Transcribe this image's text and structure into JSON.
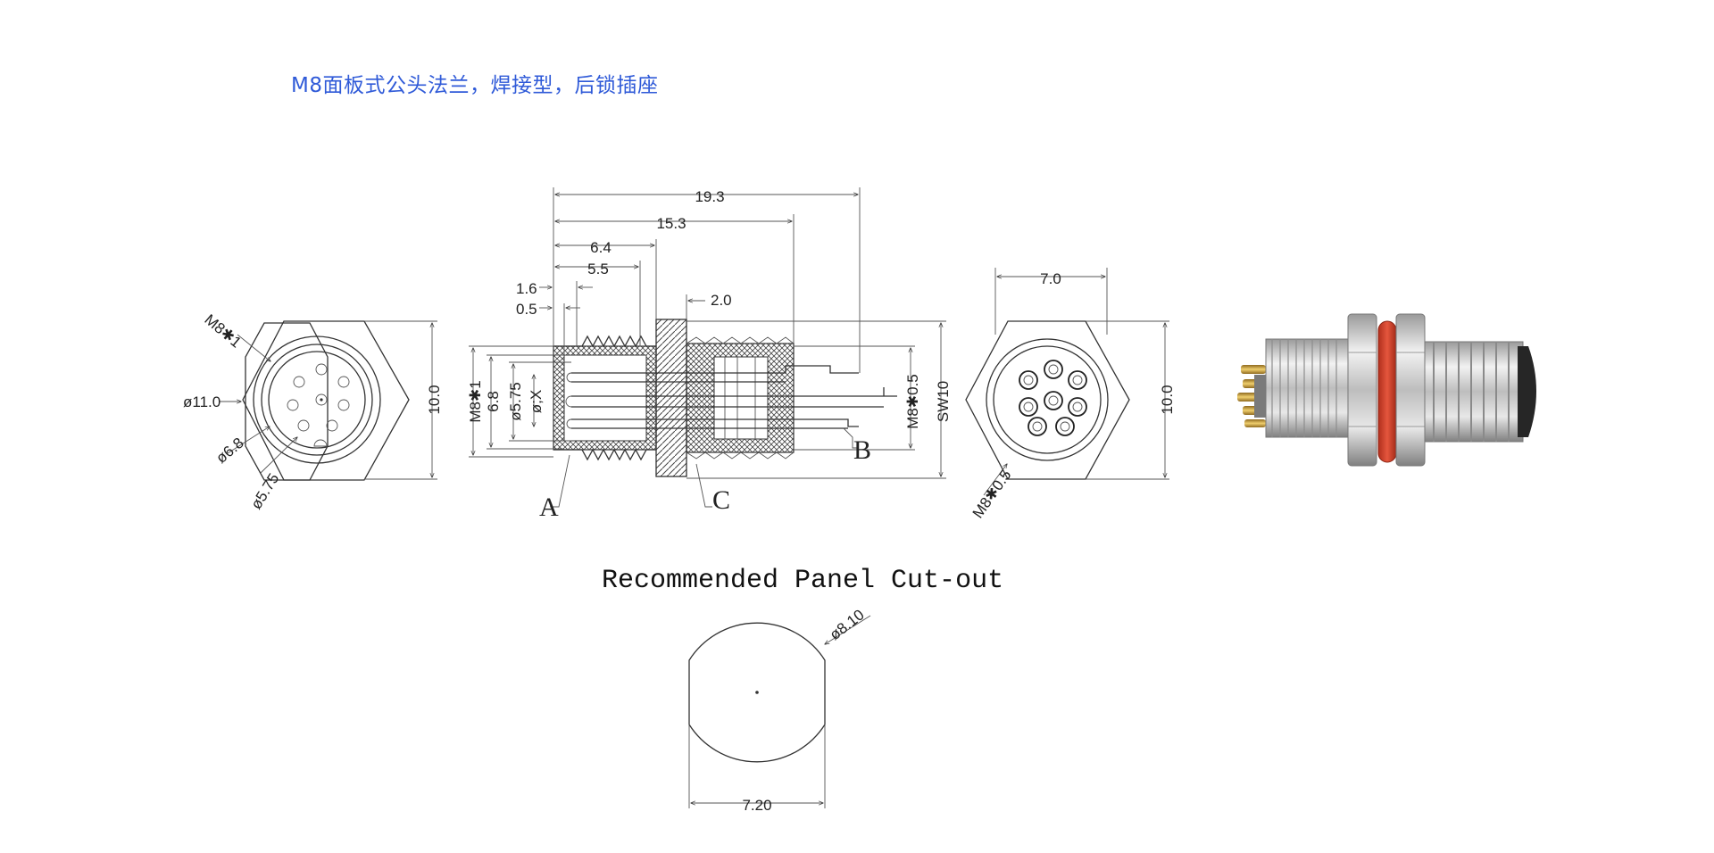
{
  "title": "M8面板式公头法兰，焊接型，后锁插座",
  "front_view": {
    "thread": "M8✱1",
    "dia_outer": "ø11.0",
    "dia_inner": "ø6.8",
    "dia_core": "ø5.75",
    "height": "10.0"
  },
  "side_view": {
    "len_total": "19.3",
    "len_body": "15.3",
    "len_64": "6.4",
    "len_55": "5.5",
    "len_16": "1.6",
    "len_05": "0.5",
    "len_20": "2.0",
    "thread_left": "M8✱1",
    "dia_68": "6.8",
    "dia_575": "ø5.75",
    "dia_x": "ø;X",
    "thread_right": "M8✱0.5",
    "sw": "SW10",
    "label_a": "A",
    "label_b": "B",
    "label_c": "C"
  },
  "rear_view": {
    "width": "7.0",
    "height": "10.0",
    "thread": "M8✱0.5"
  },
  "photo": {
    "colors": {
      "metal": "#c9c9c9",
      "oring": "#d8432f",
      "pins": "#d4a84a",
      "cap": "#2a2a2a"
    }
  },
  "panel_cutout": {
    "title": "Recommended Panel Cut-out",
    "diameter": "ø8.10",
    "flat_width": "7.20"
  }
}
